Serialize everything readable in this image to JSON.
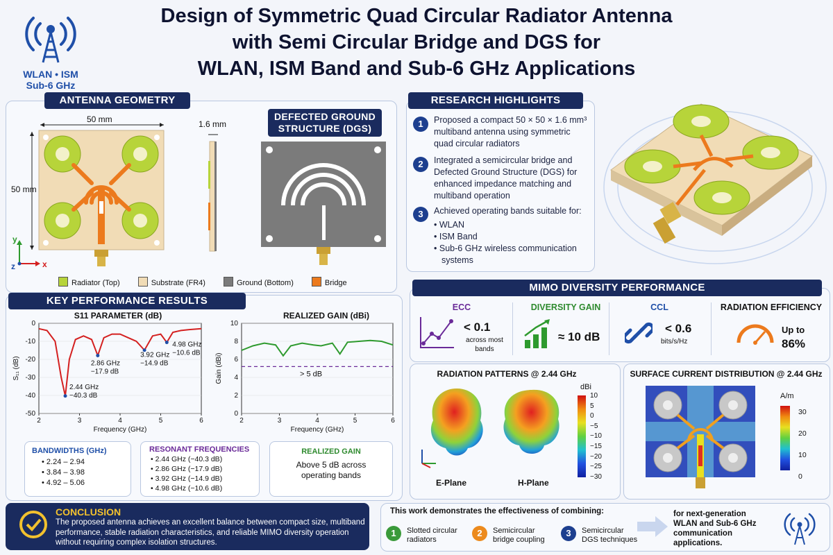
{
  "logo": {
    "line1": "WLAN • ISM",
    "line2": "Sub-6 GHz"
  },
  "title": {
    "line1": "Design of Symmetric Quad Circular Radiator Antenna",
    "line2": "with Semi Circular Bridge and DGS for",
    "line3": "WLAN, ISM Band and Sub-6 GHz Applications"
  },
  "geometry": {
    "header": "ANTENNA GEOMETRY",
    "width_label": "50 mm",
    "height_label": "50 mm",
    "thickness_label": "1.6 mm",
    "dgs_header_line1": "DEFECTED GROUND",
    "dgs_header_line2": "STRUCTURE (DGS)",
    "axis_y": "y",
    "axis_x": "x",
    "axis_z": "z",
    "legend": [
      {
        "label": "Radiator (Top)",
        "color": "#b7d43a"
      },
      {
        "label": "Substrate (FR4)",
        "color": "#f1dcb6"
      },
      {
        "label": "Ground (Bottom)",
        "color": "#7b7b7b"
      },
      {
        "label": "Bridge",
        "color": "#ec7a1d"
      }
    ]
  },
  "highlights": {
    "header": "RESEARCH HIGHLIGHTS",
    "items": [
      {
        "num": "1",
        "text": "Proposed a compact 50 × 50 × 1.6 mm³ multiband antenna using symmetric quad circular radiators"
      },
      {
        "num": "2",
        "text": "Integrated a semicircular bridge and Defected Ground Structure (DGS) for enhanced impedance matching and multiband operation"
      },
      {
        "num": "3",
        "text": "Achieved operating bands suitable for:"
      }
    ],
    "bullets": [
      "WLAN",
      "ISM Band",
      "Sub-6 GHz wireless communication systems"
    ]
  },
  "results": {
    "header": "KEY PERFORMANCE RESULTS",
    "s11_title": "S11 PARAMETER (dB)",
    "gain_title": "REALIZED GAIN (dBi)",
    "s11_ylabel": "S₁₁ (dB)",
    "gain_ylabel": "Gain (dBi)",
    "xlabel": "Frequency (GHz)",
    "annotations": [
      {
        "f": "2.44 GHz",
        "v": "−40.3 dB"
      },
      {
        "f": "2.86 GHz",
        "v": "−17.9 dB"
      },
      {
        "f": "3.92 GHz",
        "v": "−14.9 dB"
      },
      {
        "f": "4.98 GHz",
        "v": "−10.6 dB"
      }
    ],
    "gain_annotation": "> 5 dB"
  },
  "chart_data": [
    {
      "type": "line",
      "title": "S11 PARAMETER (dB)",
      "xlabel": "Frequency (GHz)",
      "ylabel": "S₁₁ (dB)",
      "xlim": [
        2,
        6
      ],
      "ylim": [
        -50,
        0
      ],
      "xticks": [
        2,
        3,
        4,
        5,
        6
      ],
      "yticks": [
        0,
        -10,
        -20,
        -30,
        -40,
        -50
      ],
      "x": [
        2.0,
        2.2,
        2.4,
        2.55,
        2.65,
        2.75,
        2.9,
        3.1,
        3.3,
        3.45,
        3.6,
        3.8,
        4.0,
        4.2,
        4.4,
        4.6,
        4.8,
        5.0,
        5.15,
        5.3,
        5.5,
        5.7,
        6.0
      ],
      "y": [
        -3,
        -4,
        -10,
        -30,
        -40.3,
        -20,
        -9,
        -7,
        -9,
        -17.9,
        -8,
        -6,
        -6,
        -8,
        -10,
        -14.9,
        -7,
        -6,
        -10.6,
        -5,
        -4,
        -3.5,
        -3
      ],
      "series": [
        {
          "values": [],
          "color": "#d42020"
        }
      ]
    },
    {
      "type": "line",
      "title": "REALIZED GAIN (dBi)",
      "xlabel": "Frequency (GHz)",
      "ylabel": "Gain (dBi)",
      "xlim": [
        2,
        6
      ],
      "ylim": [
        0,
        10
      ],
      "xticks": [
        2,
        3,
        4,
        5,
        6
      ],
      "yticks": [
        0,
        2,
        4,
        6,
        8,
        10
      ],
      "x": [
        2.0,
        2.3,
        2.6,
        2.9,
        3.1,
        3.3,
        3.6,
        3.9,
        4.1,
        4.4,
        4.6,
        4.8,
        5.1,
        5.4,
        5.7,
        6.0
      ],
      "y": [
        7.0,
        7.5,
        7.8,
        7.6,
        6.4,
        7.5,
        7.8,
        7.6,
        7.5,
        7.8,
        6.6,
        7.9,
        8.0,
        8.1,
        8.0,
        7.6
      ],
      "reference_line": 5.2,
      "series": [
        {
          "values": [],
          "color": "#2e9a2e"
        }
      ]
    }
  ],
  "bandwidths": {
    "title": "BANDWIDTHS (GHz)",
    "items": [
      "2.24 – 2.94",
      "3.84 – 3.98",
      "4.92 – 5.06"
    ]
  },
  "resonant": {
    "title": "RESONANT FREQUENCIES",
    "items": [
      "2.44 GHz (−40.3 dB)",
      "2.86 GHz (−17.9 dB)",
      "3.92 GHz (−14.9 dB)",
      "4.98 GHz (−10.6 dB)"
    ]
  },
  "realized_gain_box": {
    "title": "REALIZED GAIN",
    "text": "Above 5 dB across operating bands"
  },
  "mimo": {
    "header": "MIMO DIVERSITY PERFORMANCE",
    "ecc": {
      "title": "ECC",
      "value": "< 0.1",
      "sub": "across most bands"
    },
    "dg": {
      "title": "DIVERSITY GAIN",
      "value": "≈ 10 dB"
    },
    "ccl": {
      "title": "CCL",
      "value": "< 0.6",
      "sub": "bits/s/Hz"
    },
    "eff": {
      "title": "RADIATION EFFICIENCY",
      "value_line1": "Up to",
      "value_line2": "86%"
    }
  },
  "radiation": {
    "title": "RADIATION PATTERNS @ 2.44 GHz",
    "unit": "dBi",
    "scale": [
      "10",
      "5",
      "0",
      "−5",
      "−10",
      "−15",
      "−20",
      "−25",
      "−30"
    ],
    "e_plane": "E-Plane",
    "h_plane": "H-Plane"
  },
  "surface": {
    "title": "SURFACE CURRENT DISTRIBUTION @ 2.44 GHz",
    "unit": "A/m",
    "scale": [
      "30",
      "20",
      "10",
      "0"
    ]
  },
  "conclusion": {
    "title": "CONCLUSION",
    "text": "The proposed antenna achieves an excellent balance between compact size, multiband performance, stable radiation characteristics, and reliable MIMO diversity operation without requiring complex isolation structures."
  },
  "combining": {
    "intro": "This work demonstrates the effectiveness of combining:",
    "items": [
      {
        "num": "1",
        "text": "Slotted circular radiators",
        "color": "#3a9a3a"
      },
      {
        "num": "2",
        "text": "Semicircular bridge coupling",
        "color": "#ec8a1d"
      },
      {
        "num": "3",
        "text": "Semicircular DGS techniques",
        "color": "#1d3f8f"
      }
    ],
    "outro": "for next-generation WLAN and Sub-6 GHz communication applications."
  }
}
